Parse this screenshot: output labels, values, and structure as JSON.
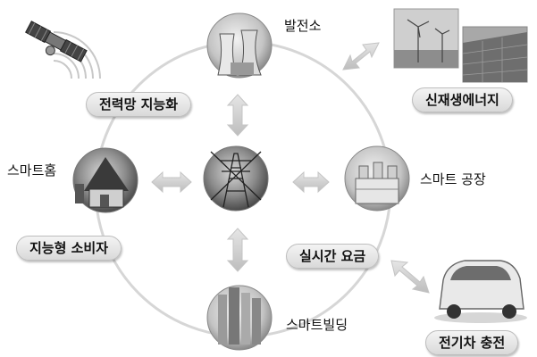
{
  "nodes": {
    "power_plant": "발전소",
    "smart_home": "스마트홈",
    "smart_factory": "스마트 공장",
    "smart_building": "스마트빌딩"
  },
  "badges": {
    "smart_grid": "전력망 지능화",
    "renewable": "신재생에너지",
    "smart_consumer": "지능형 소비자",
    "realtime_pricing": "실시간 요금",
    "ev_charging": "전기차 충전"
  }
}
